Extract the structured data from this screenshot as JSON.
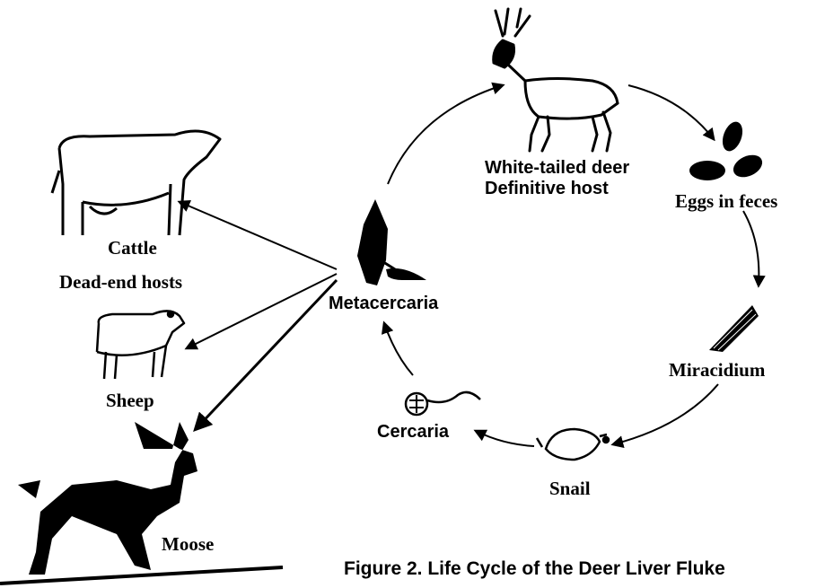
{
  "figure": {
    "caption": "Figure 2. Life Cycle of the Deer Liver Fluke"
  },
  "stages": {
    "deer": {
      "line1": "White-tailed deer",
      "line2": "Definitive host"
    },
    "eggs": "Eggs in feces",
    "miracidium": "Miracidium",
    "snail": "Snail",
    "cercaria": "Cercaria",
    "metacercaria": "Metacercaria"
  },
  "hosts": {
    "cattle": "Cattle",
    "deadend": "Dead-end hosts",
    "sheep": "Sheep",
    "moose": "Moose"
  },
  "icons": [
    "deer-icon",
    "eggs-icon",
    "miracidium-icon",
    "snail-icon",
    "cercaria-icon",
    "metacercaria-icon",
    "cattle-icon",
    "sheep-icon",
    "moose-icon"
  ]
}
